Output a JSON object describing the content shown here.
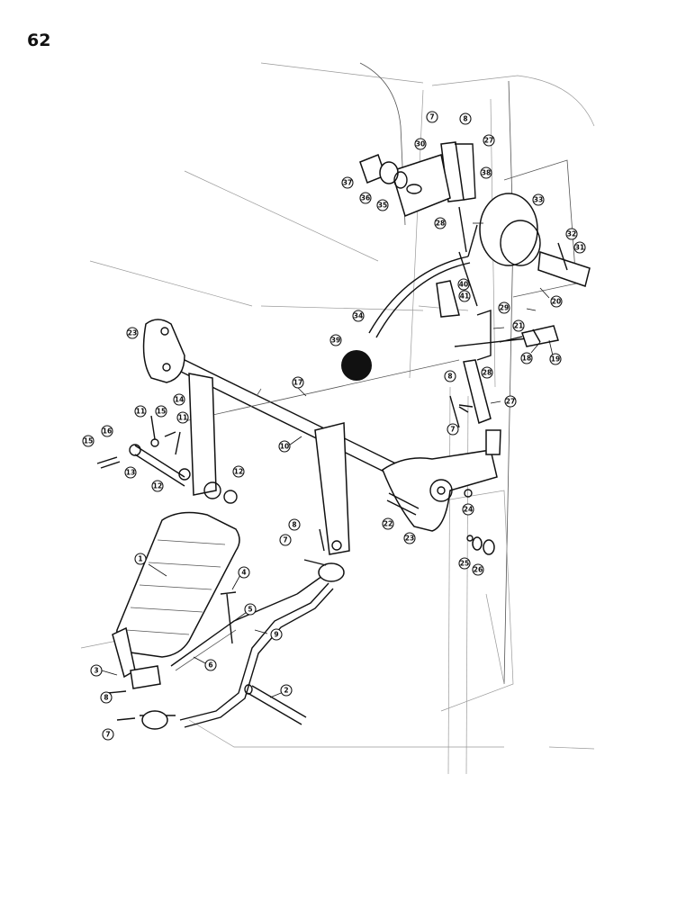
{
  "page_number": "62",
  "callouts": [
    {
      "n": "1"
    },
    {
      "n": "2"
    },
    {
      "n": "3"
    },
    {
      "n": "4"
    },
    {
      "n": "5"
    },
    {
      "n": "6"
    },
    {
      "n": "7"
    },
    {
      "n": "7"
    },
    {
      "n": "7"
    },
    {
      "n": "7"
    },
    {
      "n": "8"
    },
    {
      "n": "8"
    },
    {
      "n": "8"
    },
    {
      "n": "8"
    },
    {
      "n": "9"
    },
    {
      "n": "10"
    },
    {
      "n": "11"
    },
    {
      "n": "11"
    },
    {
      "n": "12"
    },
    {
      "n": "12"
    },
    {
      "n": "13"
    },
    {
      "n": "14"
    },
    {
      "n": "15"
    },
    {
      "n": "15"
    },
    {
      "n": "16"
    },
    {
      "n": "17"
    },
    {
      "n": "18"
    },
    {
      "n": "19"
    },
    {
      "n": "20"
    },
    {
      "n": "21"
    },
    {
      "n": "22"
    },
    {
      "n": "23"
    },
    {
      "n": "23"
    },
    {
      "n": "24"
    },
    {
      "n": "25"
    },
    {
      "n": "26"
    },
    {
      "n": "27"
    },
    {
      "n": "27"
    },
    {
      "n": "28"
    },
    {
      "n": "28"
    },
    {
      "n": "29"
    },
    {
      "n": "30"
    },
    {
      "n": "31"
    },
    {
      "n": "32"
    },
    {
      "n": "33"
    },
    {
      "n": "34"
    },
    {
      "n": "35"
    },
    {
      "n": "36"
    },
    {
      "n": "37"
    },
    {
      "n": "38"
    },
    {
      "n": "39"
    },
    {
      "n": "40"
    },
    {
      "n": "41"
    }
  ]
}
